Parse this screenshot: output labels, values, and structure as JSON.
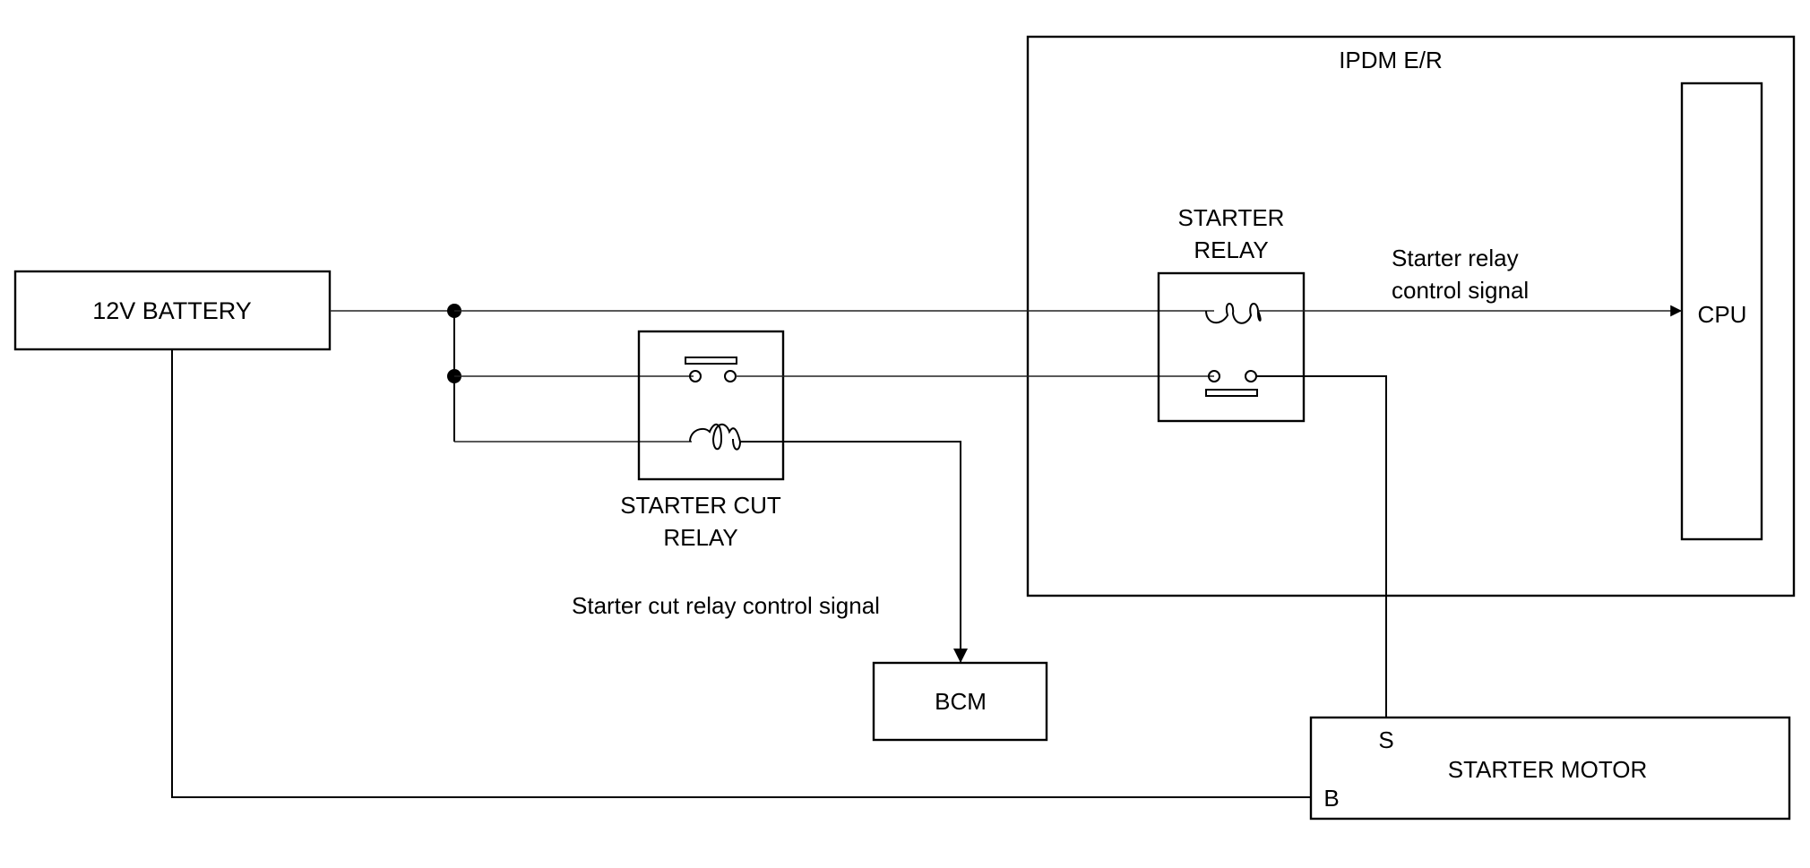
{
  "diagram": {
    "title": "Starting system block diagram",
    "components": {
      "battery": {
        "label": "12V BATTERY"
      },
      "starter_cut_relay": {
        "label_line1": "STARTER CUT",
        "label_line2": "RELAY"
      },
      "ipdm": {
        "label": "IPDM E/R"
      },
      "starter_relay": {
        "label_line1": "STARTER",
        "label_line2": "RELAY"
      },
      "cpu": {
        "label": "CPU"
      },
      "bcm": {
        "label": "BCM"
      },
      "starter_motor": {
        "label": "STARTER MOTOR",
        "terminal_s": "S",
        "terminal_b": "B"
      }
    },
    "signals": {
      "starter_relay_control_line1": "Starter relay",
      "starter_relay_control_line2": "control signal",
      "starter_cut_relay_control": "Starter cut relay control signal"
    },
    "colors": {
      "line": "#000000",
      "background": "#ffffff"
    }
  }
}
